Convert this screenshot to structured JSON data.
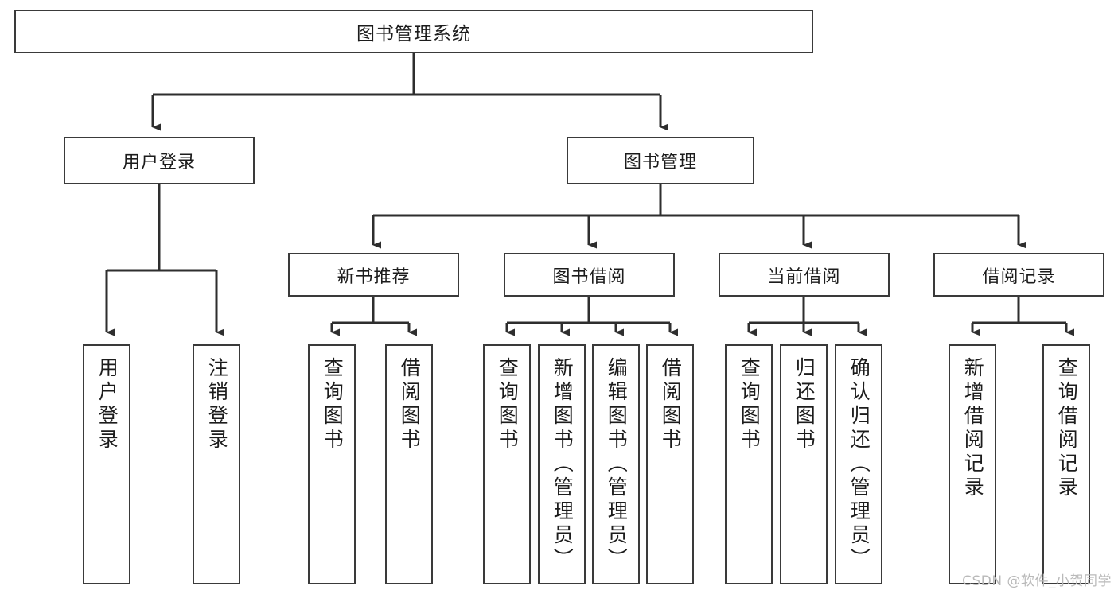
{
  "diagram": {
    "title": "图书管理系统",
    "watermark": "CSDN @软件_小贺同学",
    "stroke_color": "#3a3a3a",
    "background_color": "#ffffff",
    "text_color": "#1c1c1c",
    "watermark_color": "#b9b9b9"
  },
  "nodes": {
    "root": {
      "label": "图书管理系统"
    },
    "level2": [
      {
        "label": "用户登录"
      },
      {
        "label": "图书管理"
      }
    ],
    "level3": [
      {
        "label": "新书推荐"
      },
      {
        "label": "图书借阅"
      },
      {
        "label": "当前借阅"
      },
      {
        "label": "借阅记录"
      }
    ],
    "leaves": {
      "user_login": [
        {
          "label": "用户登录"
        },
        {
          "label": "注销登录"
        }
      ],
      "new_book_recommend": [
        {
          "label": "查询图书"
        },
        {
          "label": "借阅图书"
        }
      ],
      "book_borrow": [
        {
          "label": "查询图书"
        },
        {
          "label": "新增图书（管理员）"
        },
        {
          "label": "编辑图书（管理员）"
        },
        {
          "label": "借阅图书"
        }
      ],
      "current_borrow": [
        {
          "label": "查询图书"
        },
        {
          "label": "归还图书"
        },
        {
          "label": "确认归还（管理员）"
        }
      ],
      "borrow_record": [
        {
          "label": "新增借阅记录"
        },
        {
          "label": "查询借阅记录"
        }
      ]
    }
  },
  "chart_data": {
    "type": "tree-diagram",
    "title": "图书管理系统",
    "root": "图书管理系统",
    "hierarchy": [
      {
        "name": "用户登录",
        "children": [
          "用户登录",
          "注销登录"
        ]
      },
      {
        "name": "图书管理",
        "children": [
          {
            "name": "新书推荐",
            "children": [
              "查询图书",
              "借阅图书"
            ]
          },
          {
            "name": "图书借阅",
            "children": [
              "查询图书",
              "新增图书（管理员）",
              "编辑图书（管理员）",
              "借阅图书"
            ]
          },
          {
            "name": "当前借阅",
            "children": [
              "查询图书",
              "归还图书",
              "确认归还（管理员）"
            ]
          },
          {
            "name": "借阅记录",
            "children": [
              "新增借阅记录",
              "查询借阅记录"
            ]
          }
        ]
      }
    ],
    "levels": 4,
    "total_nodes": 20,
    "orientation": "top-down",
    "edge_style": "orthogonal-arrow"
  }
}
